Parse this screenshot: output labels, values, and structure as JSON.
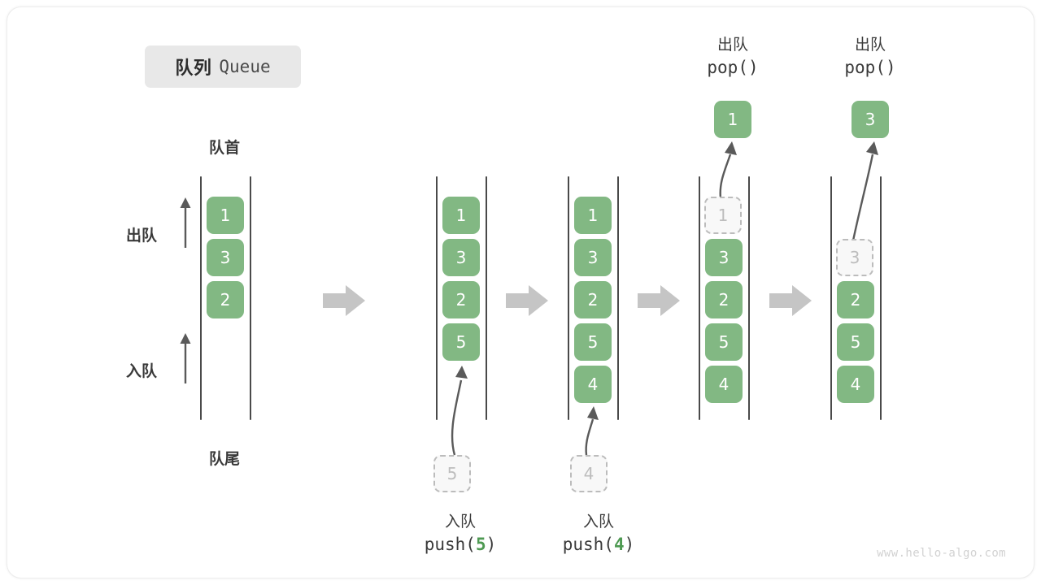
{
  "title": {
    "cn": "队列",
    "en": "Queue"
  },
  "labels": {
    "front": "队首",
    "rear": "队尾",
    "dequeue": "出队",
    "enqueue": "入队"
  },
  "watermark": "www.hello-algo.com",
  "colors": {
    "element_fill": "#82b883",
    "element_text": "#ffffff",
    "ghost_fill": "#f8f8f8",
    "ghost_border": "#bcbcbc",
    "ghost_text": "#bdbdbd",
    "rail": "#4a4a4a",
    "flow_arrow": "#c5c5c5",
    "accent_number": "#4e9a52",
    "chip_bg": "#e8e8e8",
    "text": "#3a3a3a"
  },
  "stages": [
    {
      "id": "initial",
      "caption_cn": "",
      "caption_code": "",
      "cells": [
        "1",
        "3",
        "2"
      ],
      "ghost_in_queue": null,
      "incoming": null,
      "popped": null
    },
    {
      "id": "push-5",
      "caption_cn": "入队",
      "caption_code_prefix": "push(",
      "caption_code_num": "5",
      "caption_code_suffix": ")",
      "cells": [
        "1",
        "3",
        "2",
        "5"
      ],
      "ghost_in_queue": null,
      "incoming": "5",
      "popped": null
    },
    {
      "id": "push-4",
      "caption_cn": "入队",
      "caption_code_prefix": "push(",
      "caption_code_num": "4",
      "caption_code_suffix": ")",
      "cells": [
        "1",
        "3",
        "2",
        "5",
        "4"
      ],
      "ghost_in_queue": null,
      "incoming": "4",
      "popped": null
    },
    {
      "id": "pop-1",
      "caption_cn": "出队",
      "caption_code": "pop()",
      "cells": [
        "3",
        "2",
        "5",
        "4"
      ],
      "ghost_in_queue": "1",
      "incoming": null,
      "popped": "1"
    },
    {
      "id": "pop-3",
      "caption_cn": "出队",
      "caption_code": "pop()",
      "cells": [
        "2",
        "5",
        "4"
      ],
      "ghost_in_queue": "3",
      "incoming": null,
      "popped": "3"
    }
  ]
}
